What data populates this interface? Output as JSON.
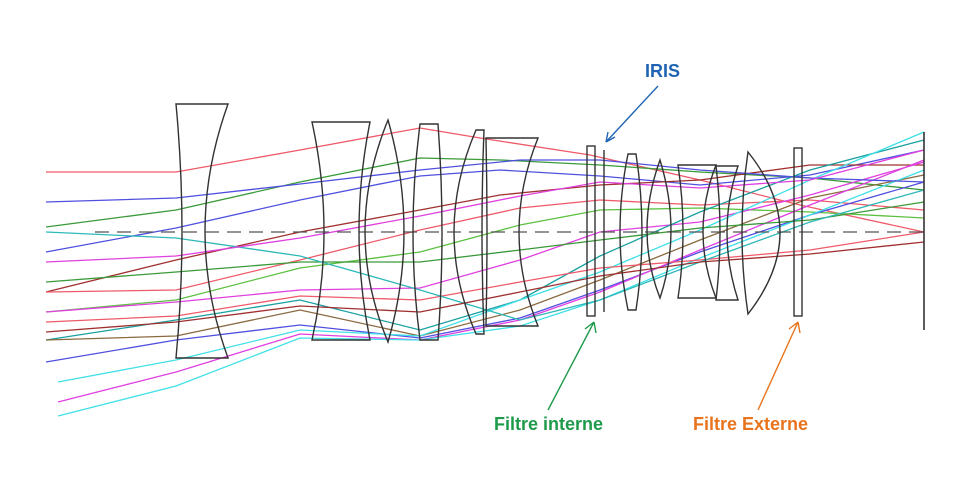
{
  "labels": {
    "iris": "IRIS",
    "filtre_interne": "Filtre interne",
    "filtre_externe": "Filtre Externe"
  },
  "colors": {
    "iris_label": "#1f64b4",
    "filtre_interne_label": "#1e9a4a",
    "filtre_externe_label": "#e8741e",
    "lens_outline": "#333333",
    "axis": "#555555",
    "rays": [
      "#ef5a6a",
      "#e040e0",
      "#5050e0",
      "#1aa0a0",
      "#2eb8b8",
      "#40e0e8",
      "#3a9a3a",
      "#5cc040",
      "#a03030",
      "#8a6a40"
    ]
  }
}
